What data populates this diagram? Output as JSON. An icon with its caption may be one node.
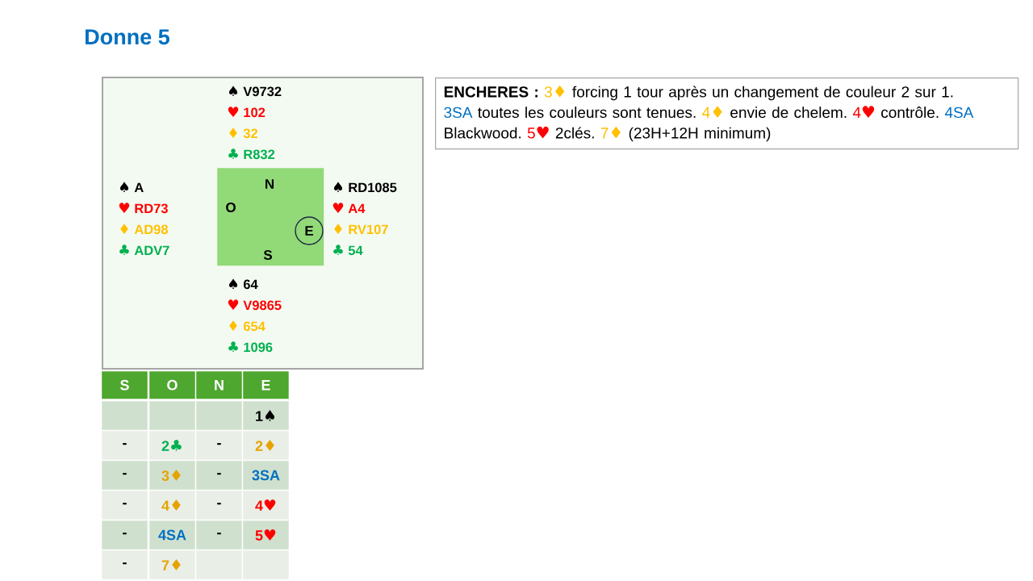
{
  "diagram": {
    "title": "Donne 5",
    "nodes": [
      {
        "text": [],
        "shape": "box"
      },
      {
        "text": [
          "N",
          "O",
          "S"
        ],
        "in": 0
      },
      {
        "text": [
          "E"
        ],
        "in": 1
      },
      {
        "text": [
          "ENCHERES :",
          "3♦",
          "forcing 1 tour après un changement de couleur 2 sur 1.",
          "3SA",
          "toutes les couleurs sont tenues.",
          "4♦",
          "envie de chelem.",
          "4♥",
          "contrôle.",
          "4SA",
          "Blackwood.",
          "5♥",
          "2clés.",
          "7♦",
          "(23H+12H minimum)"
        ]
      }
    ],
    "labels": [
      "♠ V9732",
      "♥ 102",
      "♦ 32",
      "♣ R832",
      "♠ A",
      "♥ RD73",
      "♦ AD98",
      "♣ ADV7",
      "♠ RD1085",
      "♥ A4",
      "♦ RV107",
      "♣ 54",
      "♠ 64",
      "♥ V9865",
      "♦ 654",
      "♣ 1096",
      "S",
      "O",
      "N",
      "E",
      "1♠",
      "-",
      "2♣",
      "-",
      "2♦",
      "-",
      "3♦",
      "-",
      "3SA",
      "-",
      "4♦",
      "-",
      "4♥",
      "-",
      "4SA",
      "-",
      "5♥",
      "-",
      "7♦"
    ]
  }
}
